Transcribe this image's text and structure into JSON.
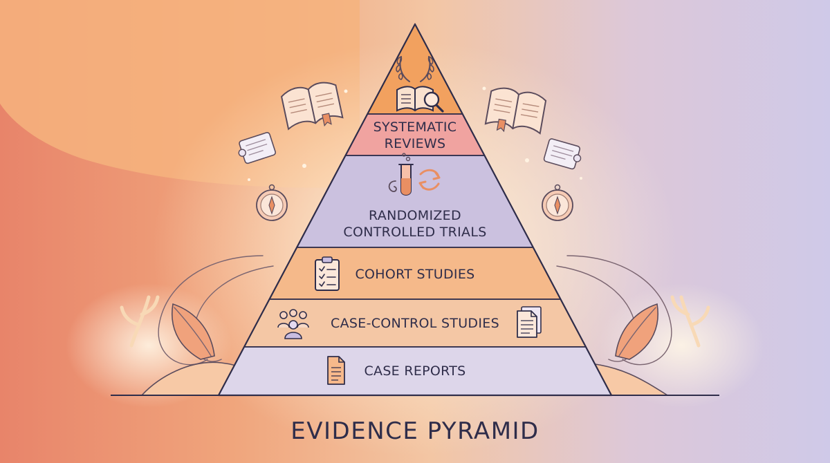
{
  "diagram": {
    "title": "EVIDENCE PYRAMID",
    "tiers": [
      {
        "lines": [
          "SYSTEMATIC",
          "REVIEWS"
        ],
        "icon": "book-magnifier-icon",
        "color": "#f0a3a0"
      },
      {
        "lines": [
          "RANDOMIZED",
          "CONTROLLED TRIALS"
        ],
        "icon": "test-tube-cycle-icon",
        "color": "#cbc1df"
      },
      {
        "lines": [
          "COHORT STUDIES"
        ],
        "icon": "clipboard-checklist-icon",
        "color": "#f5b98a"
      },
      {
        "lines": [
          "CASE-CONTROL STUDIES"
        ],
        "icons": [
          "group-people-icon",
          "stacked-documents-icon"
        ],
        "color": "#f4c7a5"
      },
      {
        "lines": [
          "CASE REPORTS"
        ],
        "icon": "document-icon",
        "color": "#ddd6ea"
      }
    ],
    "apex_color": "#f2a15f",
    "outline_color": "#2f2d4a"
  }
}
